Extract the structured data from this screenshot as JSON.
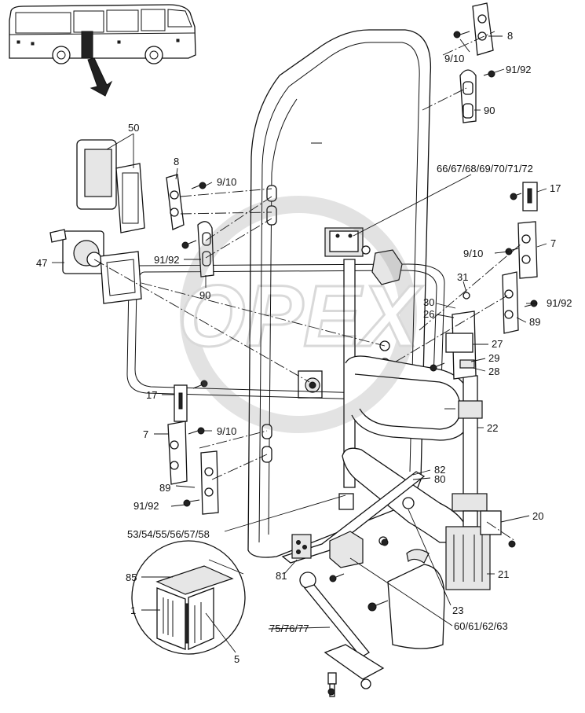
{
  "diagram": {
    "labels": {
      "l8a": "8",
      "l910a": "9/10",
      "l9192a": "91/92",
      "l90a": "90",
      "l50": "50",
      "l8b": "8",
      "l910b": "9/10",
      "l66": "66/67/68/69/70/71/72",
      "l17a": "17",
      "l47": "47",
      "l9192b": "91/92",
      "l90b": "90",
      "l7a": "7",
      "l910c": "9/10",
      "l31": "31",
      "l30": "30",
      "l26": "26",
      "l9192c": "91/92",
      "l89a": "89",
      "l27": "27",
      "l29": "29",
      "l28": "28",
      "l17b": "17",
      "l22": "22",
      "l7b": "7",
      "l910d": "9/10",
      "l89b": "89",
      "l82": "82",
      "l80": "80",
      "l9192d": "91/92",
      "l20": "20",
      "l53": "53/54/55/56/57/58",
      "l21": "21",
      "l85": "85",
      "l81": "81",
      "l1": "1",
      "l23": "23",
      "l60": "60/61/62/63",
      "l75": "75/76/77",
      "l5": "5"
    },
    "watermark": "OPEX"
  }
}
